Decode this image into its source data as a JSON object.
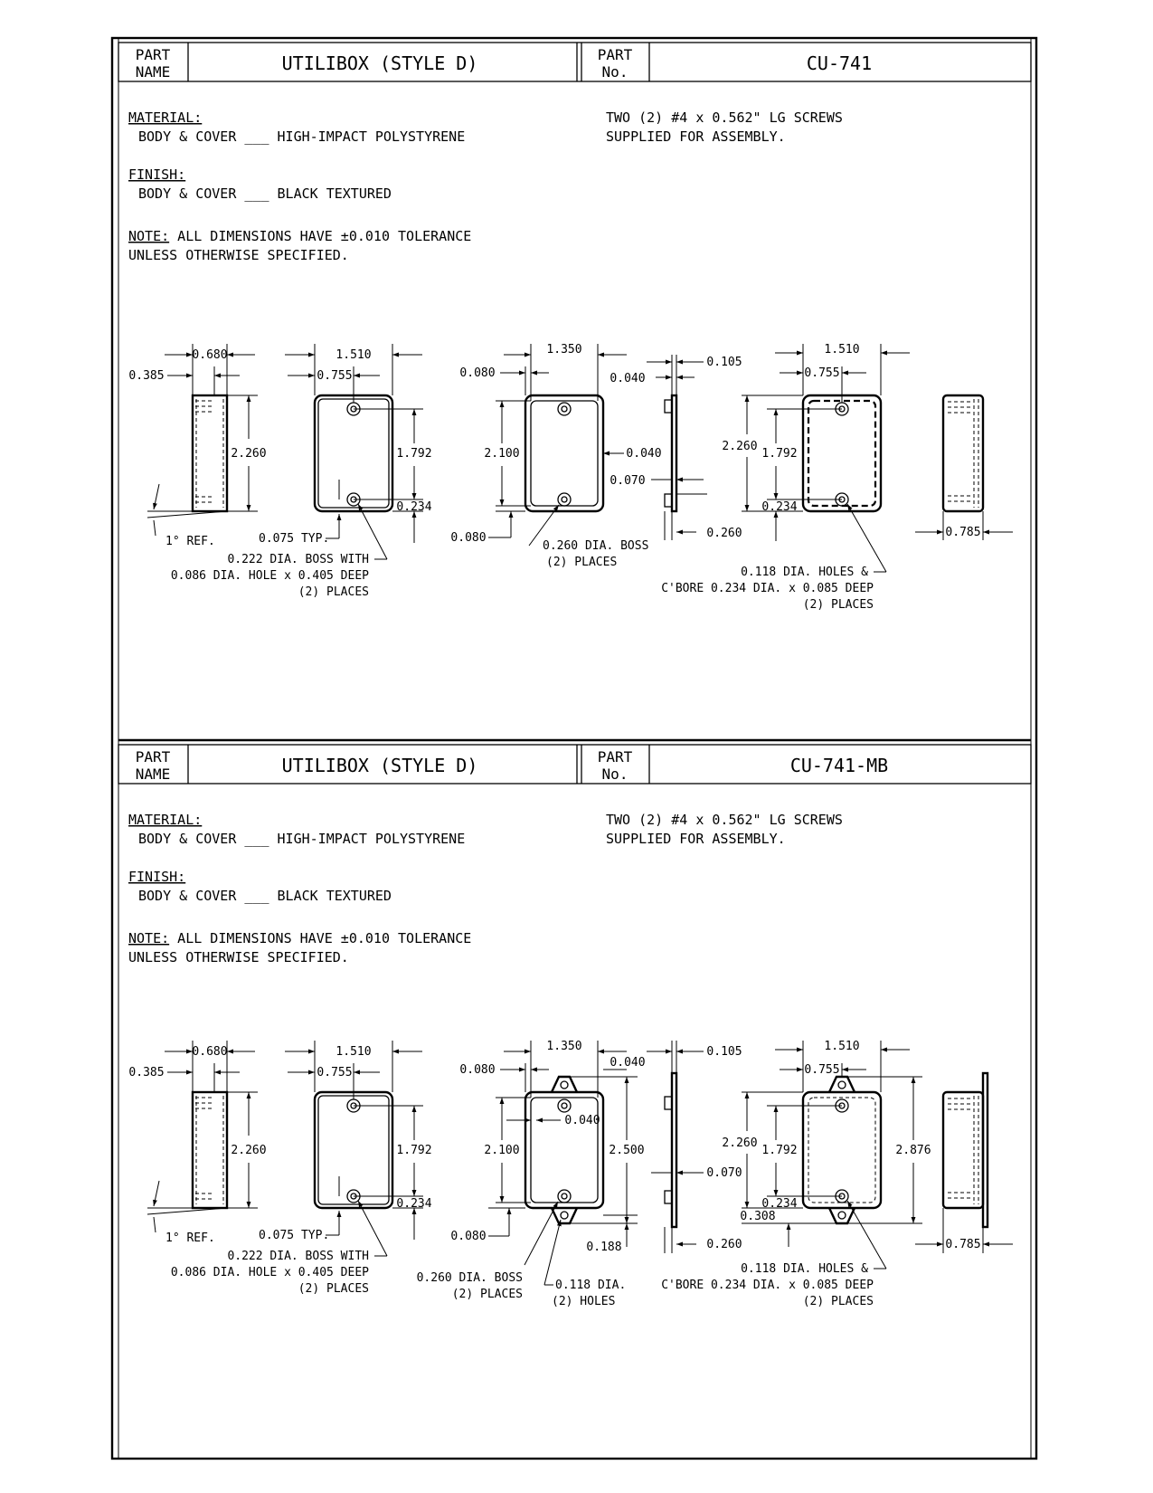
{
  "sections": [
    {
      "header": {
        "part_name_label_1": "PART",
        "part_name_label_2": "NAME",
        "part_name": "UTILIBOX  (STYLE D)",
        "part_no_label_1": "PART",
        "part_no_label_2": "No.",
        "part_no": "CU-741"
      },
      "notes": {
        "material_label": "MATERIAL:",
        "material_value": "BODY & COVER ___ HIGH-IMPACT POLYSTYRENE",
        "finish_label": "FINISH:",
        "finish_value": "BODY & COVER ___ BLACK TEXTURED",
        "note_label": "NOTE:",
        "note_line_1": " ALL DIMENSIONS HAVE ±0.010 TOLERANCE",
        "note_line_2": "UNLESS OTHERWISE SPECIFIED.",
        "screws_line_1": "TWO (2) #4 x 0.562\" LG SCREWS",
        "screws_line_2": "SUPPLIED FOR ASSEMBLY."
      },
      "dims": {
        "side_width": "0.680",
        "side_offset": "0.385",
        "side_height": "2.260",
        "ref_angle": "1° REF.",
        "body_width": "1.510",
        "body_half": "0.755",
        "boss_spacing": "1.792",
        "boss_edge": "0.234",
        "wall": "0.075 TYP.",
        "boss_note_1": "0.222 DIA. BOSS WITH",
        "boss_note_2": "0.086 DIA. HOLE x 0.405 DEEP",
        "boss_note_3": "(2) PLACES",
        "cover_width": "1.350",
        "cover_edge": "0.080",
        "cover_lip": "0.040",
        "cover_height": "2.100",
        "cover_rim": "0.040",
        "cover_bottom": "0.080",
        "cover_boss_1": "0.260 DIA. BOSS",
        "cover_boss_2": "(2) PLACES",
        "cs_thick": "0.105",
        "cs_lip": "0.040",
        "cs_inset": "0.070",
        "cs_boss": "0.260",
        "asm_width": "1.510",
        "asm_half": "0.755",
        "asm_height": "2.260",
        "asm_spacing": "1.792",
        "asm_edge": "0.234",
        "asm_hole_1": "0.118 DIA. HOLES &",
        "asm_hole_2": "C'BORE 0.234 DIA. x 0.085 DEEP",
        "asm_hole_3": "(2) PLACES",
        "end_depth": "0.785"
      }
    },
    {
      "header": {
        "part_name_label_1": "PART",
        "part_name_label_2": "NAME",
        "part_name": "UTILIBOX  (STYLE D)",
        "part_no_label_1": "PART",
        "part_no_label_2": "No.",
        "part_no": "CU-741-MB"
      },
      "notes": {
        "material_label": "MATERIAL:",
        "material_value": "BODY & COVER ___ HIGH-IMPACT POLYSTYRENE",
        "finish_label": "FINISH:",
        "finish_value": "BODY & COVER ___ BLACK TEXTURED",
        "note_label": "NOTE:",
        "note_line_1": " ALL DIMENSIONS HAVE ±0.010 TOLERANCE",
        "note_line_2": "UNLESS OTHERWISE SPECIFIED.",
        "screws_line_1": "TWO (2) #4 x 0.562\" LG SCREWS",
        "screws_line_2": "SUPPLIED FOR ASSEMBLY."
      },
      "dims": {
        "side_width": "0.680",
        "side_offset": "0.385",
        "side_height": "2.260",
        "ref_angle": "1° REF.",
        "body_width": "1.510",
        "body_half": "0.755",
        "boss_spacing": "1.792",
        "boss_edge": "0.234",
        "wall": "0.075 TYP.",
        "boss_note_1": "0.222 DIA. BOSS WITH",
        "boss_note_2": "0.086 DIA. HOLE x 0.405 DEEP",
        "boss_note_3": "(2) PLACES",
        "cover_width": "1.350",
        "cover_edge": "0.080",
        "cover_lip": "0.040",
        "cover_height": "2.100",
        "cover_rim": "0.040",
        "cover_overall": "2.500",
        "cover_bottom": "0.080",
        "cover_tab": "0.188",
        "cover_boss_1": "0.260 DIA. BOSS",
        "cover_boss_2": "(2) PLACES",
        "cover_hole_1": "0.118 DIA.",
        "cover_hole_2": "(2) HOLES",
        "cs_thick": "0.105",
        "cs_inset": "0.070",
        "cs_boss": "0.260",
        "asm_width": "1.510",
        "asm_half": "0.755",
        "asm_height": "2.260",
        "asm_spacing": "1.792",
        "asm_edge": "0.234",
        "asm_tab": "0.308",
        "asm_overall": "2.876",
        "asm_hole_1": "0.118 DIA. HOLES &",
        "asm_hole_2": "C'BORE 0.234 DIA. x 0.085 DEEP",
        "asm_hole_3": "(2) PLACES",
        "end_depth": "0.785"
      }
    }
  ]
}
